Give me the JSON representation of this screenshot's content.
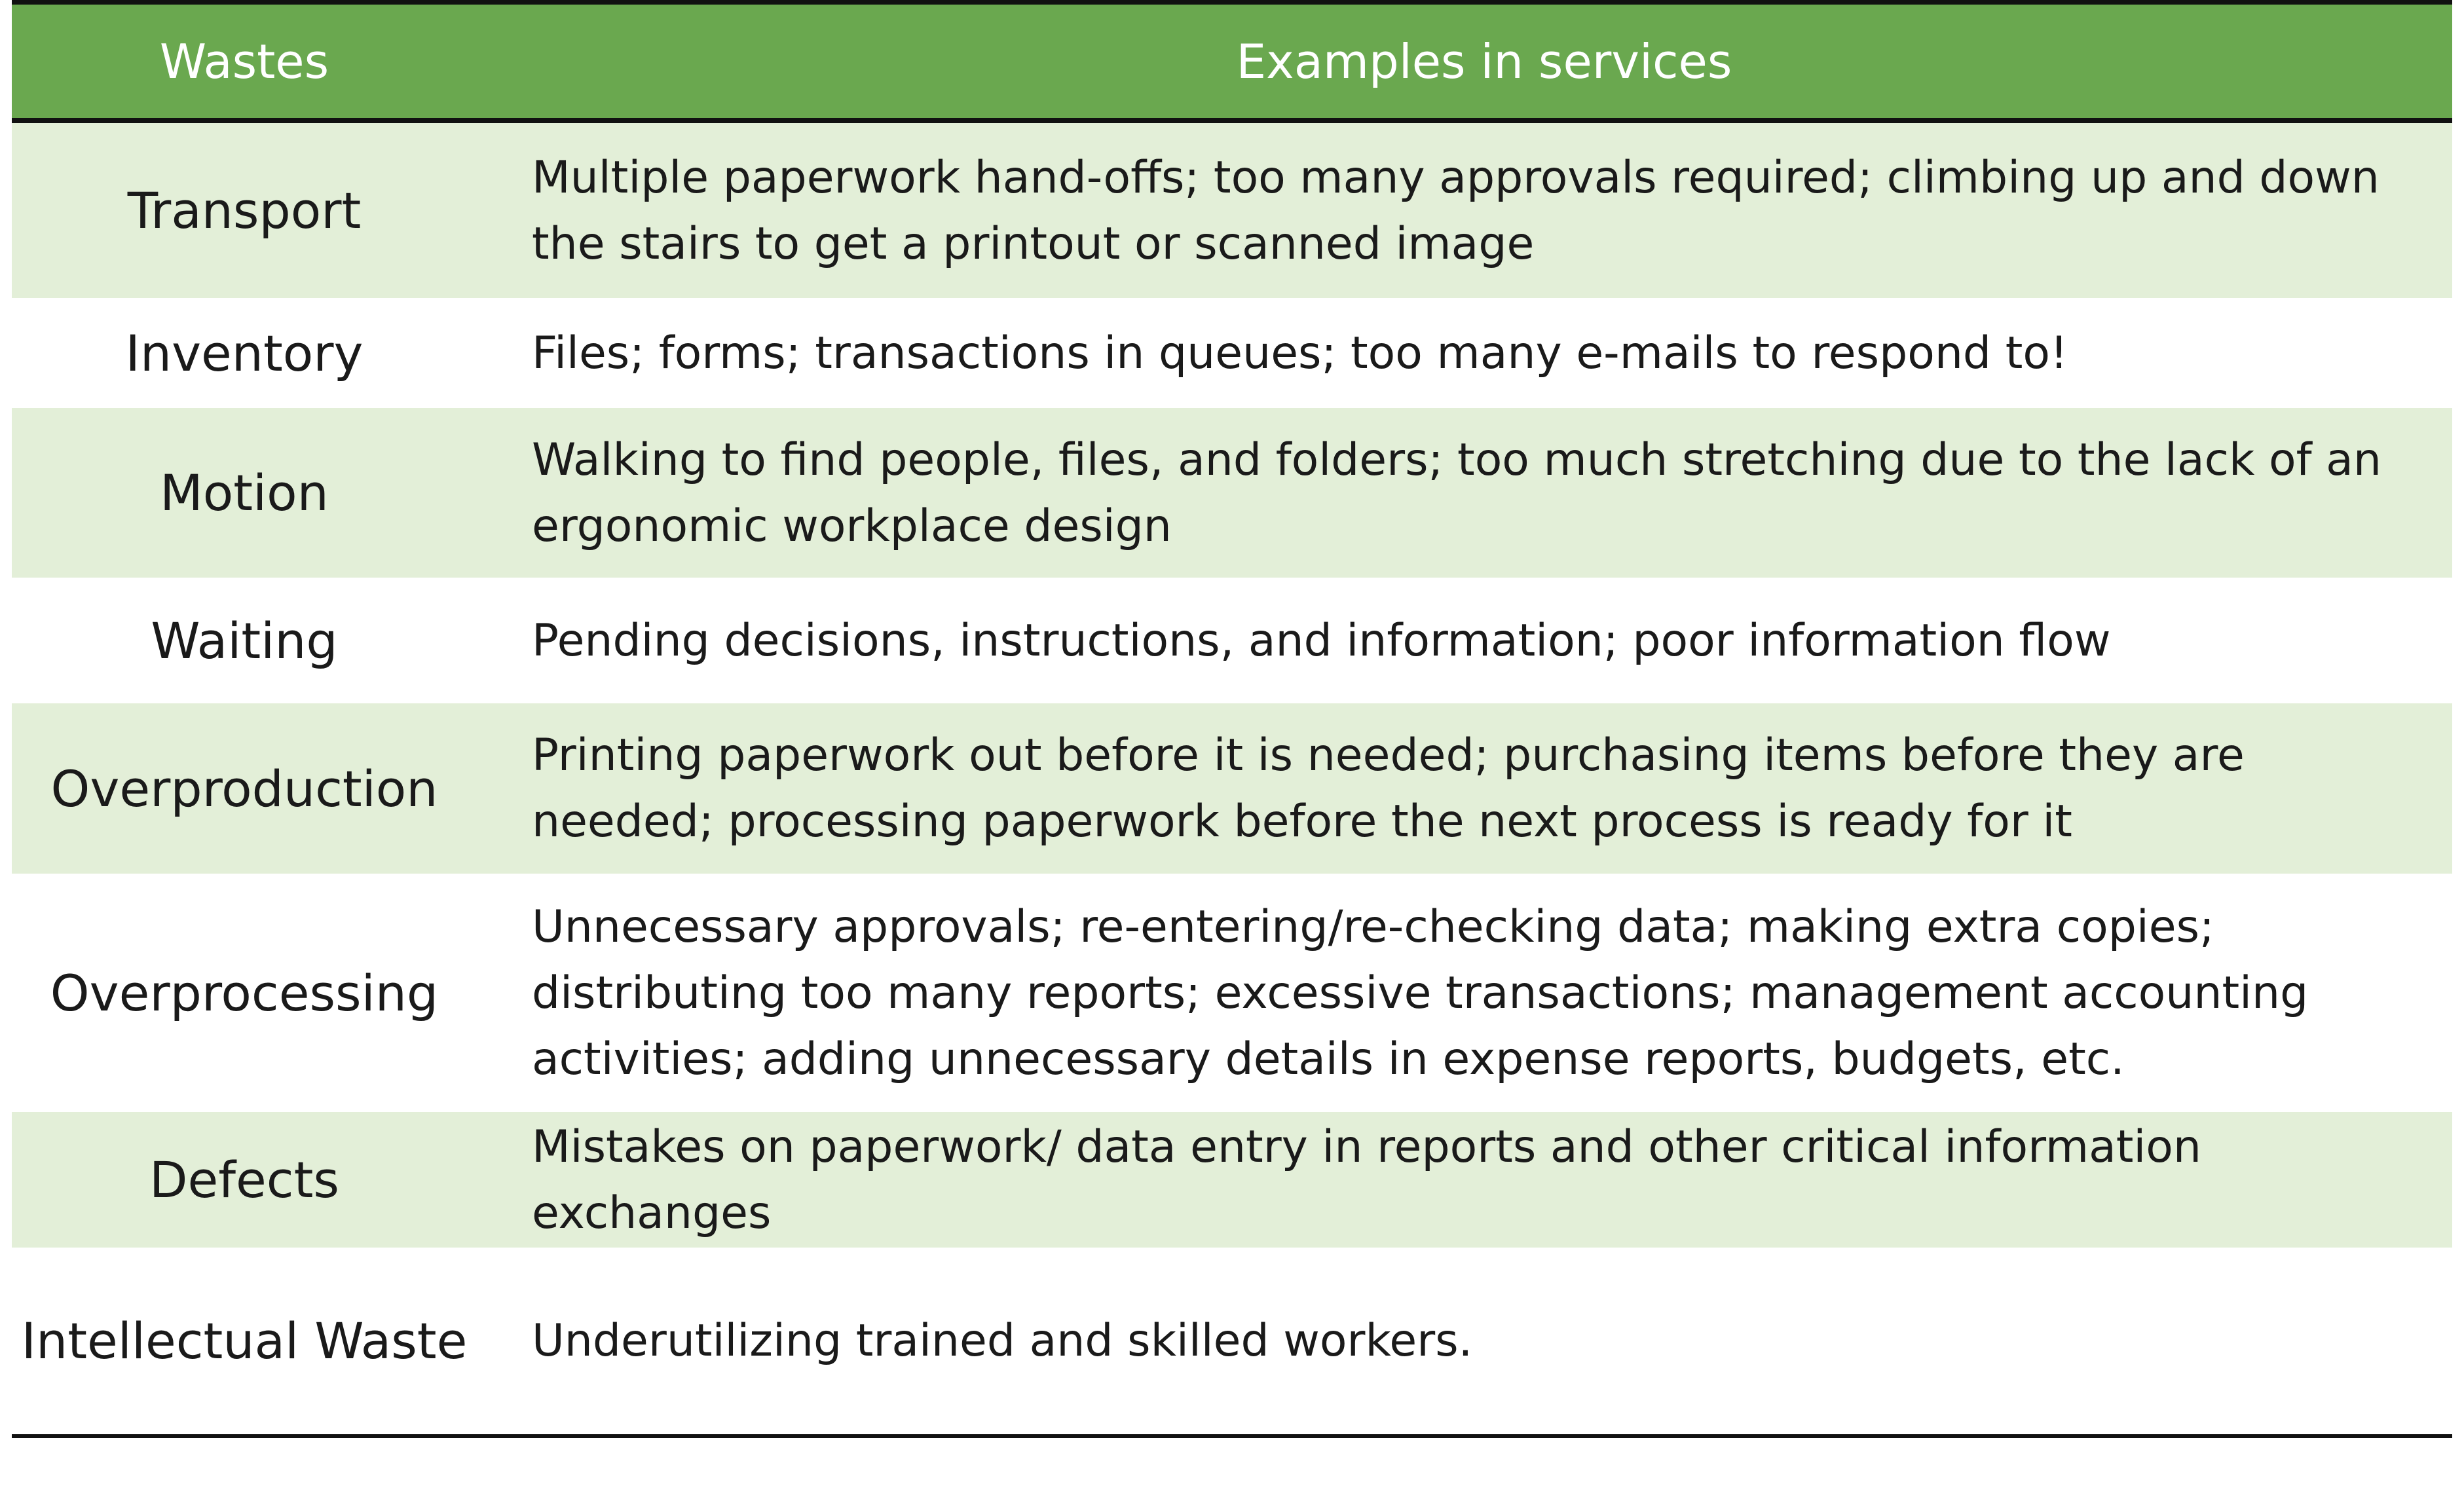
{
  "header": {
    "wastes": "Wastes",
    "examples": "Examples in services"
  },
  "rows": [
    {
      "waste": "Transport",
      "example": "Multiple paperwork hand-offs; too many approvals required; climbing up and down the stairs to get a printout or scanned image"
    },
    {
      "waste": "Inventory",
      "example": "Files; forms; transactions in queues; too many e-mails to respond to!"
    },
    {
      "waste": "Motion",
      "example": "Walking to find people, files, and folders; too much stretching due to the lack of an ergonomic workplace design"
    },
    {
      "waste": "Waiting",
      "example": "Pending decisions, instructions, and information; poor information flow"
    },
    {
      "waste": "Overproduction",
      "example": "Printing paperwork out before it is needed; purchasing items before they are needed; processing paperwork before the next process is ready for it"
    },
    {
      "waste": "Overprocessing",
      "example": "Unnecessary approvals; re-entering/re-checking data; making extra copies; distributing too many reports; excessive transactions; management accounting activities; adding unnecessary details in expense reports, budgets, etc."
    },
    {
      "waste": "Defects",
      "example": "Mistakes on paperwork/ data entry in reports and other critical information exchanges"
    },
    {
      "waste": "Intellectual Waste",
      "example": "Underutilizing trained and skilled workers."
    }
  ],
  "colors": {
    "header_bg": "#6aa84f",
    "shaded_row_bg": "#e3efd8",
    "rule": "#111111"
  }
}
